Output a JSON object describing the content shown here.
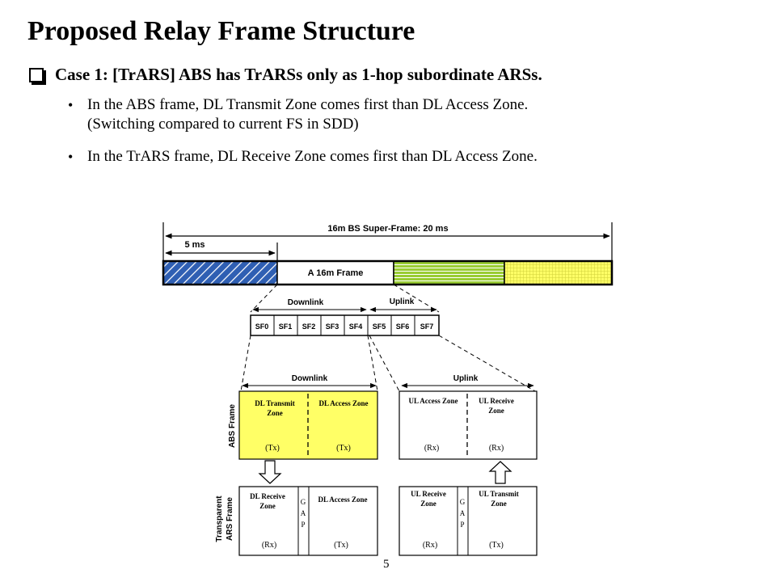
{
  "slide": {
    "title": "Proposed Relay Frame Structure",
    "case_heading": "Case 1: [TrARS] ABS has TrARSs only as 1-hop subordinate ARSs.",
    "bullets": [
      {
        "line1": "In the ABS frame, DL Transmit Zone comes first than DL Access Zone.",
        "line2": "(Switching compared to current FS in SDD)"
      },
      {
        "line1": "In the TrARS frame, DL Receive Zone comes first than DL Access Zone.",
        "line2": ""
      }
    ],
    "page_number": "5"
  },
  "diagram": {
    "superframe_label": "16m BS Super-Frame: 20 ms",
    "frame_time_label": "5 ms",
    "frame_label": "A 16m Frame",
    "frame_fill_colors": [
      "#2f5fb3",
      "#ffffff",
      "#99cc33",
      "#ffff66"
    ],
    "subframe_downlink_label": "Downlink",
    "subframe_uplink_label": "Uplink",
    "subframes": [
      "SF0",
      "SF1",
      "SF2",
      "SF3",
      "SF4",
      "SF5",
      "SF6",
      "SF7"
    ],
    "abs_frame_label": "ABS Frame",
    "ars_frame_label_1": "Transparent",
    "ars_frame_label_2": "ARS Frame",
    "zone_downlink_label": "Downlink",
    "zone_uplink_label": "Uplink",
    "abs_fill_color": "#ffff66",
    "abs_dl": {
      "zone1_l1": "DL Transmit",
      "zone1_l2": "Zone",
      "zone1_mode": "(Tx)",
      "zone2_l1": "DL Access Zone",
      "zone2_mode": "(Tx)"
    },
    "abs_ul": {
      "zone1_l1": "UL Access Zone",
      "zone1_mode": "(Rx)",
      "zone2_l1": "UL Receive",
      "zone2_l2": "Zone",
      "zone2_mode": "(Rx)"
    },
    "ars_dl": {
      "zone1_l1": "DL Receive",
      "zone1_l2": "Zone",
      "zone1_mode": "(Rx)",
      "gap": [
        "G",
        "A",
        "P"
      ],
      "zone2_l1": "DL Access Zone",
      "zone2_mode": "(Tx)"
    },
    "ars_ul": {
      "zone1_l1": "UL Receive",
      "zone1_l2": "Zone",
      "zone1_mode": "(Rx)",
      "gap": [
        "G",
        "A",
        "P"
      ],
      "zone2_l1": "UL Transmit",
      "zone2_l2": "Zone",
      "zone2_mode": "(Tx)"
    }
  }
}
